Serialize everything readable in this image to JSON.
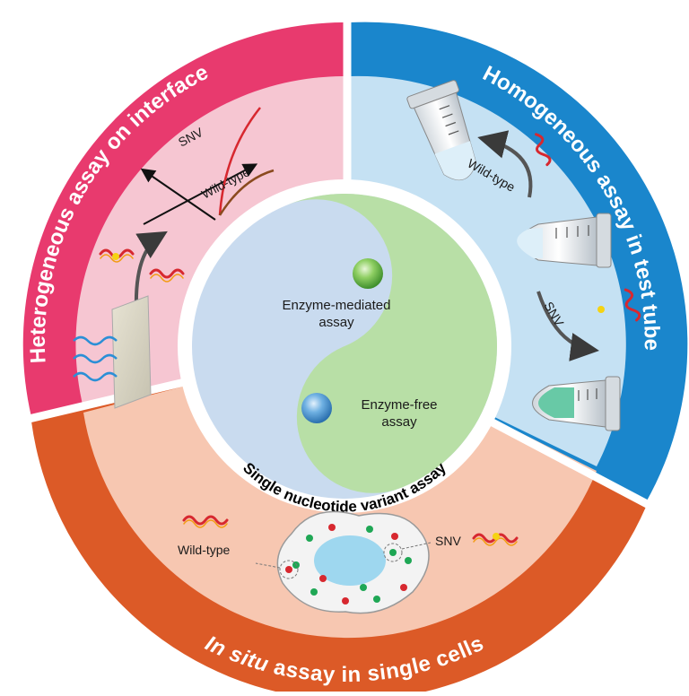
{
  "sections": {
    "heterogeneous": {
      "title": "Heterogeneous assay on interface",
      "curve_label_snv": "SNV",
      "curve_label_wild": "Wild-type"
    },
    "homogeneous": {
      "title": "Homogeneous assay in test tube",
      "label_wild": "Wild-type",
      "label_snv": "SNV"
    },
    "in_situ": {
      "title_italic": "In situ",
      "title_rest": " assay in single cells",
      "label_wild": "Wild-type",
      "label_snv": "SNV"
    }
  },
  "center": {
    "enzyme_mediated_line1": "Enzyme-mediated",
    "enzyme_mediated_line2": "assay",
    "enzyme_free_line1": "Enzyme-free",
    "enzyme_free_line2": "assay",
    "title": "Single nucleotide variant assay"
  },
  "colors": {
    "heterogeneous_ring": "#e83a6e",
    "heterogeneous_fill": "#f6c6d2",
    "homogeneous_ring": "#1a86cc",
    "homogeneous_fill": "#c5e1f3",
    "in_situ_ring": "#dc5a27",
    "in_situ_fill": "#f7c7b1",
    "yin_blue": "#c9dbef",
    "yin_green": "#b8dfa6"
  }
}
